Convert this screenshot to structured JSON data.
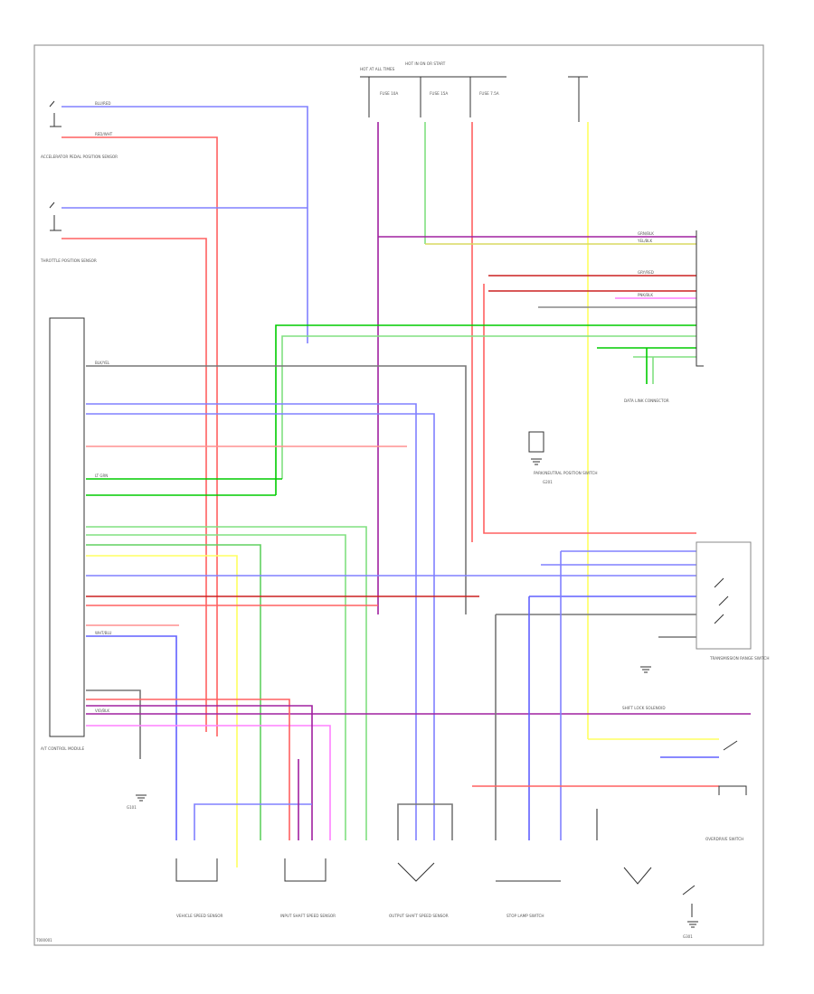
{
  "diagram": {
    "component_labels": [
      "ACCELERATOR PEDAL POSITION SENSOR",
      "THROTTLE POSITION SENSOR",
      "A/T CONTROL MODULE",
      "DATA LINK CONNECTOR",
      "PARK/NEUTRAL POSITION SWITCH",
      "TRANSMISSION RANGE SWITCH",
      "SHIFT LOCK SOLENOID",
      "VEHICLE SPEED SENSOR",
      "INPUT SHAFT SPEED SENSOR",
      "OUTPUT SHAFT SPEED SENSOR",
      "STOP LAMP SWITCH",
      "OVERDRIVE SWITCH"
    ],
    "fuse_labels": [
      "HOT AT ALL TIMES",
      "HOT IN ON OR START",
      "FUSE 10A",
      "FUSE 15A",
      "FUSE 7.5A"
    ],
    "wire_colors": [
      "BLU/RED",
      "RED/WHT",
      "GRN/BLK",
      "YEL/BLK",
      "LT GRN",
      "BLK/YEL",
      "GRY/RED",
      "PNK/BLK",
      "VIO/BLK",
      "WHT/BLU"
    ],
    "ground_labels": [
      "G101",
      "G201",
      "G301"
    ],
    "page_ref": "T000001"
  },
  "colors": {
    "blue": "#8080ff",
    "red": "#ff6060",
    "green": "#00cc00",
    "light_green": "#80e080",
    "yellow": "#ffff60",
    "purple": "#a020a0",
    "pink": "#ff80ff",
    "gray": "#666666",
    "dark_red": "#cc2020"
  }
}
